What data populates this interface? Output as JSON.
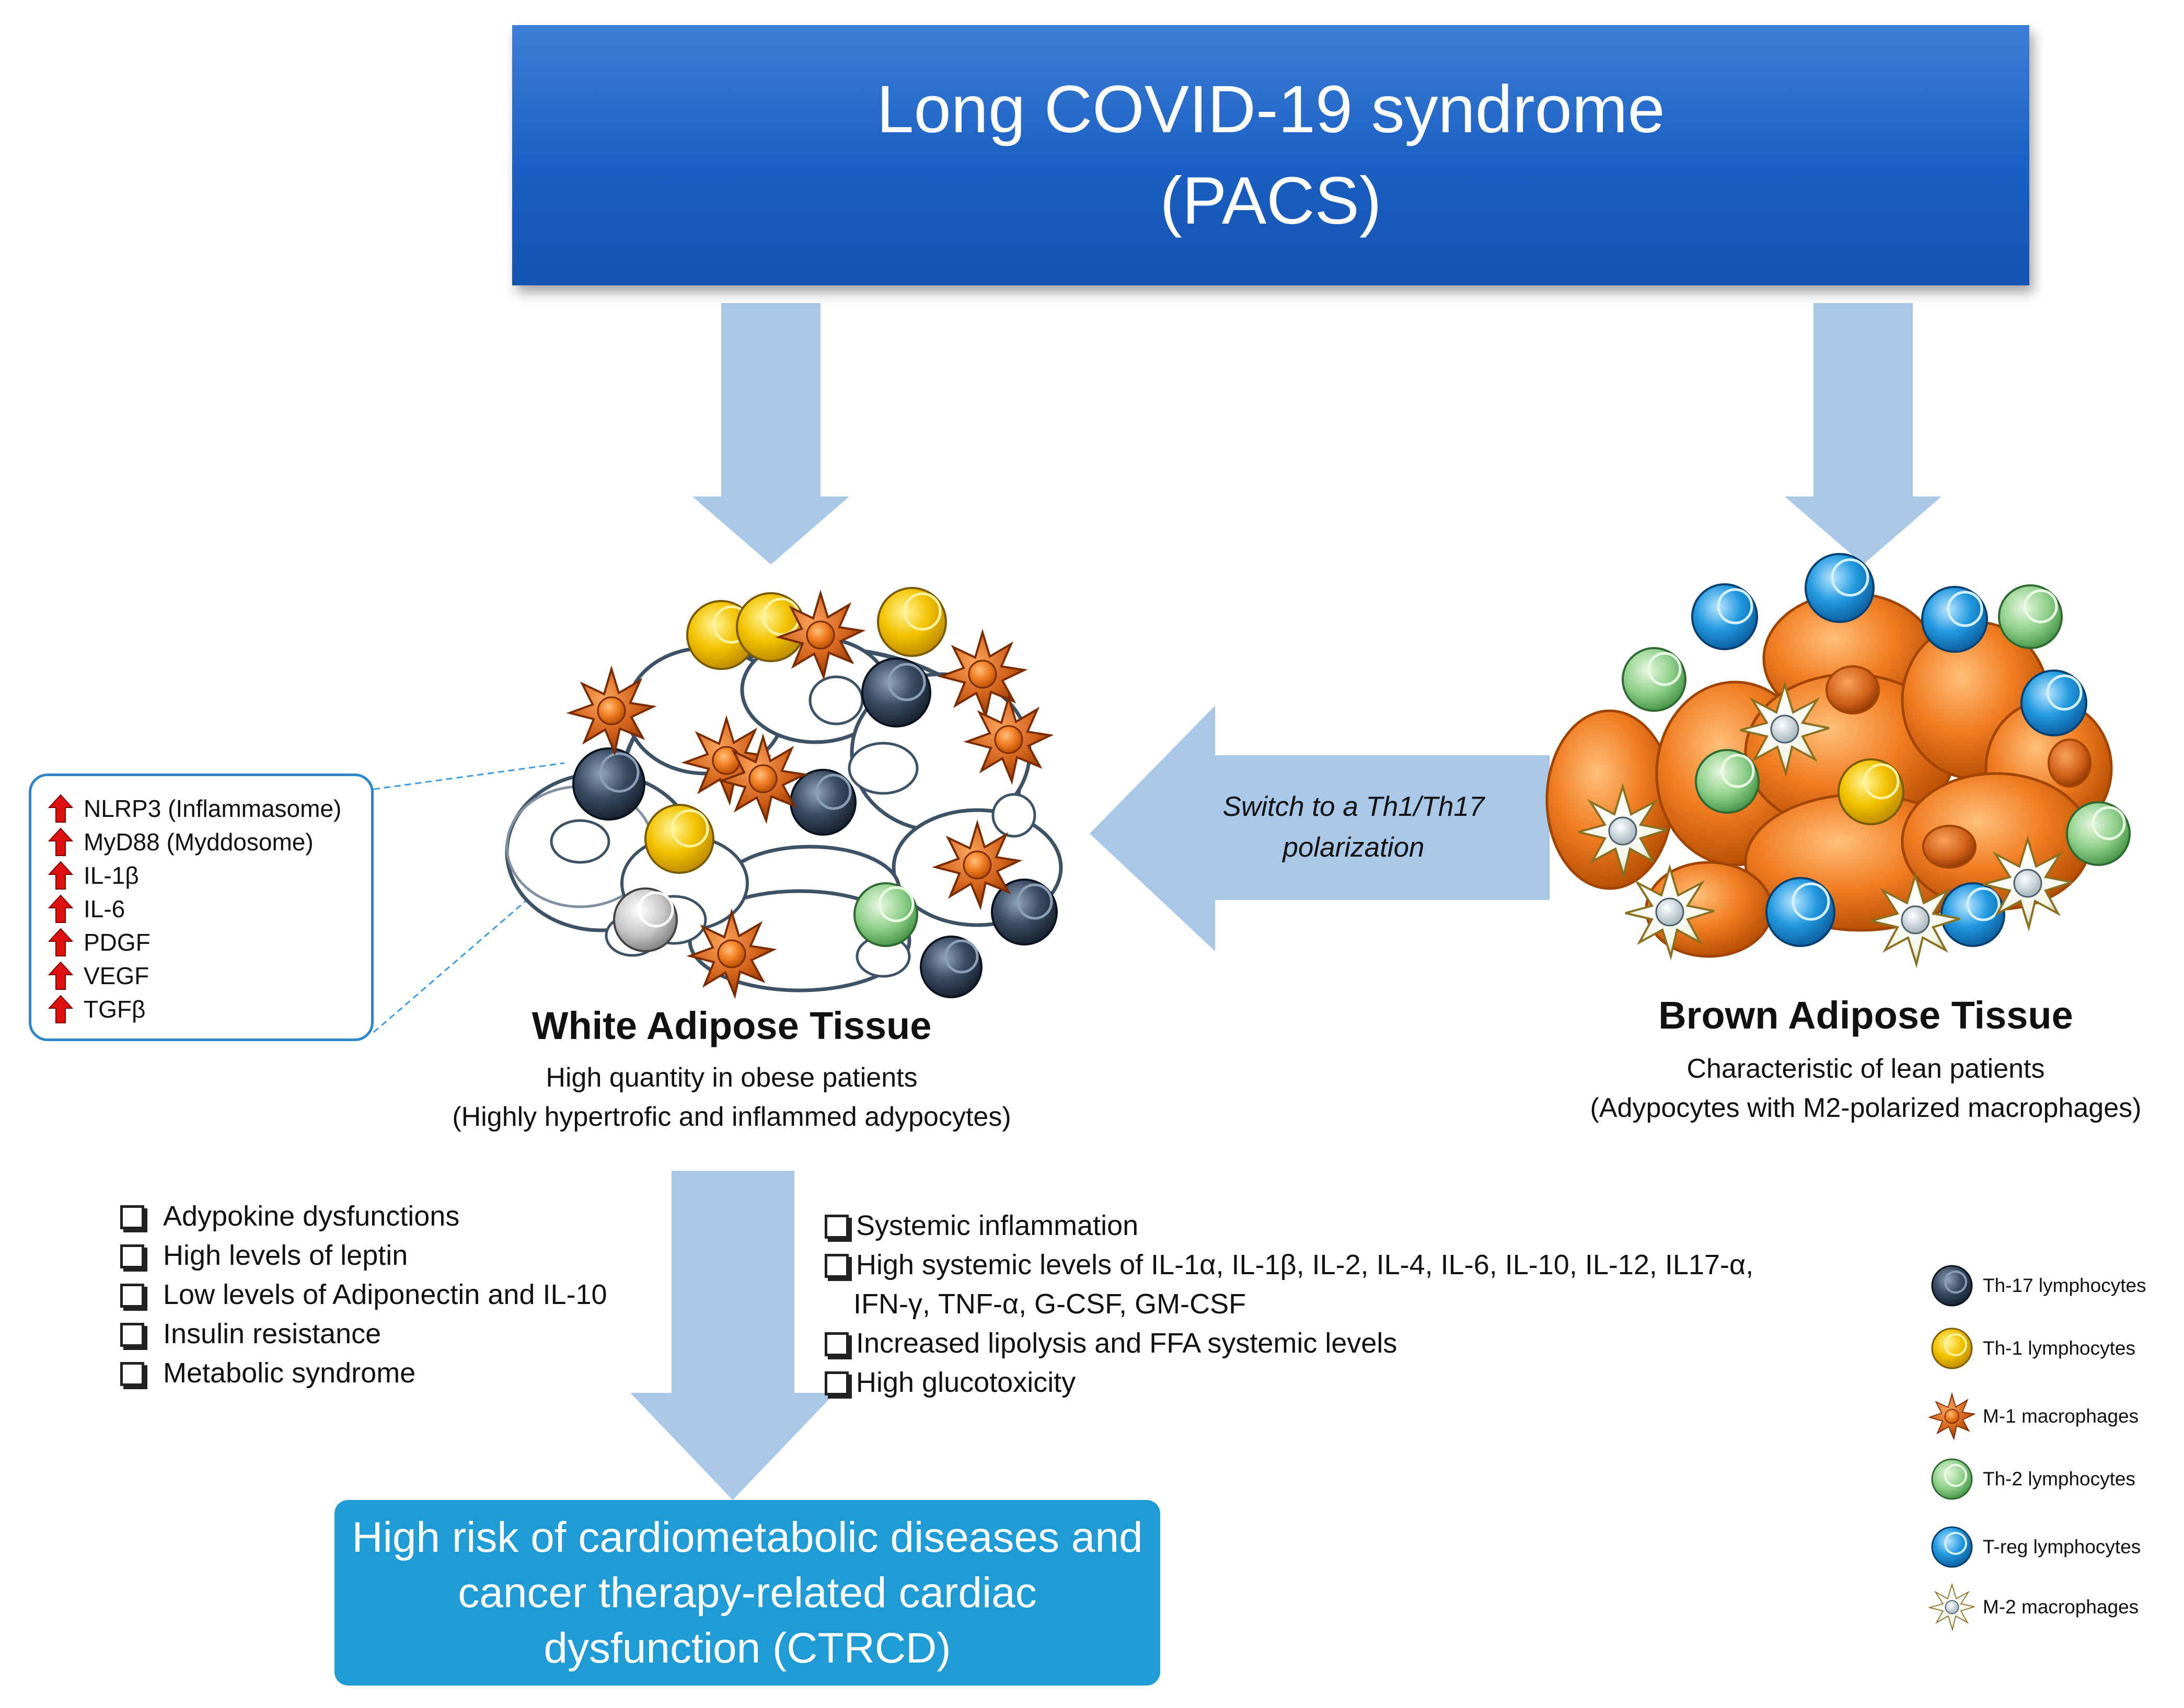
{
  "title": {
    "line1": "Long COVID-19 syndrome",
    "line2": "(PACS)"
  },
  "switch_label": {
    "line1": "Switch to a Th1/Th17",
    "line2": "polarization"
  },
  "markers": [
    "NLRP3 (Inflammasome)",
    "MyD88 (Myddosome)",
    "IL-1β",
    "IL-6",
    "PDGF",
    "VEGF",
    "TGFβ"
  ],
  "white_tissue": {
    "title": "White Adipose Tissue",
    "subtitle1": "High quantity in obese patients",
    "subtitle2": "(Highly hypertrofic and inflammed adypocytes)"
  },
  "brown_tissue": {
    "title": "Brown Adipose Tissue",
    "subtitle1": "Characteristic of lean patients",
    "subtitle2": "(Adypocytes with M2-polarized macrophages)"
  },
  "left_list": [
    "Adypokine dysfunctions",
    "High levels of leptin",
    "Low levels of Adiponectin and IL-10",
    "Insulin resistance",
    "Metabolic syndrome"
  ],
  "right_list": {
    "item1": "Systemic inflammation",
    "item2_line1": "High systemic levels of IL-1α, IL-1β, IL-2, IL-4, IL-6, IL-10, IL-12, IL17-α,",
    "item2_line2": "IFN-γ, TNF-α, G-CSF, GM-CSF",
    "item3": "Increased lipolysis and FFA systemic levels",
    "item4": "High glucotoxicity"
  },
  "outcome": {
    "line1": "High risk of cardiometabolic diseases and",
    "line2": "cancer therapy-related cardiac",
    "line3": "dysfunction (CTRCD)"
  },
  "legend": [
    {
      "label": "Th-17 lymphocytes",
      "icon": "th17-cell-icon",
      "color": "#2c3e55"
    },
    {
      "label": "Th-1 lymphocytes",
      "icon": "th1-cell-icon",
      "color": "#f2c200"
    },
    {
      "label": "M-1 macrophages",
      "icon": "m1-macrophage-icon",
      "color": "#e0611a"
    },
    {
      "label": "Th-2 lymphocytes",
      "icon": "th2-cell-icon",
      "color": "#7fc67a"
    },
    {
      "label": "T-reg lymphocytes",
      "icon": "treg-cell-icon",
      "color": "#1a8ed6"
    },
    {
      "label": "M-2 macrophages",
      "icon": "m2-macrophage-icon",
      "color": "#e8eed8"
    }
  ],
  "colors": {
    "arrow": "#a9c8e8",
    "title_box": "#1a5fc4",
    "outcome_box": "#1f9cd6",
    "brown_adipocyte": "#f07d22",
    "callout_border": "#2e86c9",
    "up_arrow": "#e01010"
  }
}
